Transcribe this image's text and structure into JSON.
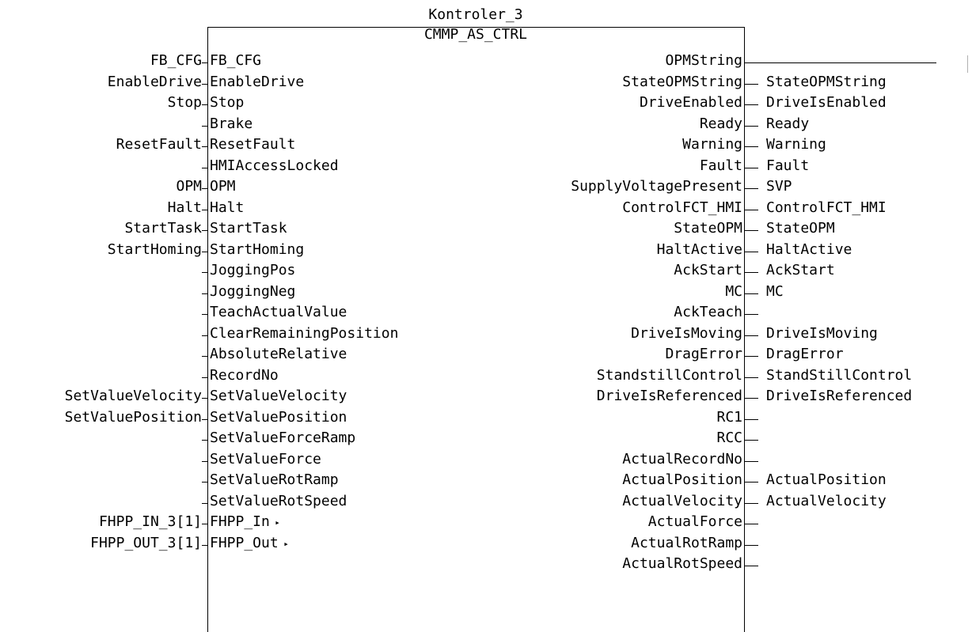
{
  "instance_name": "Kontroler_3",
  "block_type": "CMMP_AS_CTRL",
  "inputs": [
    {
      "var": "FB_CFG",
      "pin": "FB_CFG",
      "ptr": false
    },
    {
      "var": "EnableDrive",
      "pin": "EnableDrive",
      "ptr": false
    },
    {
      "var": "Stop",
      "pin": "Stop",
      "ptr": false
    },
    {
      "var": "",
      "pin": "Brake",
      "ptr": false
    },
    {
      "var": "ResetFault",
      "pin": "ResetFault",
      "ptr": false
    },
    {
      "var": "",
      "pin": "HMIAccessLocked",
      "ptr": false
    },
    {
      "var": "OPM",
      "pin": "OPM",
      "ptr": false
    },
    {
      "var": "Halt",
      "pin": "Halt",
      "ptr": false
    },
    {
      "var": "StartTask",
      "pin": "StartTask",
      "ptr": false
    },
    {
      "var": "StartHoming",
      "pin": "StartHoming",
      "ptr": false
    },
    {
      "var": "",
      "pin": "JoggingPos",
      "ptr": false
    },
    {
      "var": "",
      "pin": "JoggingNeg",
      "ptr": false
    },
    {
      "var": "",
      "pin": "TeachActualValue",
      "ptr": false
    },
    {
      "var": "",
      "pin": "ClearRemainingPosition",
      "ptr": false
    },
    {
      "var": "",
      "pin": "AbsoluteRelative",
      "ptr": false
    },
    {
      "var": "",
      "pin": "RecordNo",
      "ptr": false
    },
    {
      "var": "SetValueVelocity",
      "pin": "SetValueVelocity",
      "ptr": false
    },
    {
      "var": "SetValuePosition",
      "pin": "SetValuePosition",
      "ptr": false
    },
    {
      "var": "",
      "pin": "SetValueForceRamp",
      "ptr": false
    },
    {
      "var": "",
      "pin": "SetValueForce",
      "ptr": false
    },
    {
      "var": "",
      "pin": "SetValueRotRamp",
      "ptr": false
    },
    {
      "var": "",
      "pin": "SetValueRotSpeed",
      "ptr": false
    },
    {
      "var": "FHPP_IN_3[1]",
      "pin": "FHPP_In",
      "ptr": true
    },
    {
      "var": "FHPP_OUT_3[1]",
      "pin": "FHPP_Out",
      "ptr": true
    }
  ],
  "outputs": [
    {
      "pin": "OPMString",
      "var": "",
      "long_line": true
    },
    {
      "pin": "StateOPMString",
      "var": "StateOPMString"
    },
    {
      "pin": "DriveEnabled",
      "var": "DriveIsEnabled"
    },
    {
      "pin": "Ready",
      "var": "Ready"
    },
    {
      "pin": "Warning",
      "var": "Warning"
    },
    {
      "pin": "Fault",
      "var": "Fault"
    },
    {
      "pin": "SupplyVoltagePresent",
      "var": "SVP"
    },
    {
      "pin": "ControlFCT_HMI",
      "var": "ControlFCT_HMI"
    },
    {
      "pin": "StateOPM",
      "var": "StateOPM"
    },
    {
      "pin": "HaltActive",
      "var": "HaltActive"
    },
    {
      "pin": "AckStart",
      "var": "AckStart"
    },
    {
      "pin": "MC",
      "var": "MC"
    },
    {
      "pin": "AckTeach",
      "var": ""
    },
    {
      "pin": "DriveIsMoving",
      "var": "DriveIsMoving"
    },
    {
      "pin": "DragError",
      "var": "DragError"
    },
    {
      "pin": "StandstillControl",
      "var": "StandStillControl"
    },
    {
      "pin": "DriveIsReferenced",
      "var": "DriveIsReferenced"
    },
    {
      "pin": "RC1",
      "var": ""
    },
    {
      "pin": "RCC",
      "var": ""
    },
    {
      "pin": "ActualRecordNo",
      "var": ""
    },
    {
      "pin": "ActualPosition",
      "var": "ActualPosition"
    },
    {
      "pin": "ActualVelocity",
      "var": "ActualVelocity"
    },
    {
      "pin": "ActualForce",
      "var": ""
    },
    {
      "pin": "ActualRotRamp",
      "var": ""
    },
    {
      "pin": "ActualRotSpeed",
      "var": ""
    }
  ],
  "pointer_glyph": "▸"
}
